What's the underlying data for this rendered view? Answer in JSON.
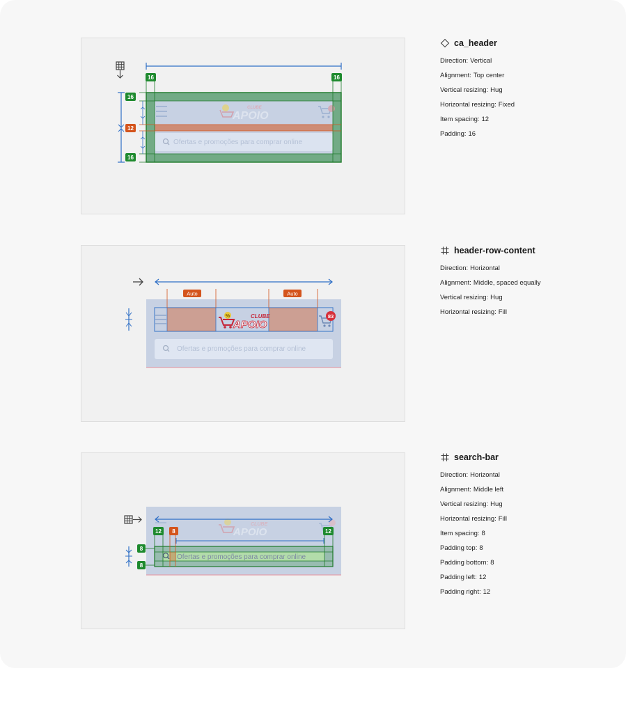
{
  "colors": {
    "sheet_bg": "#f7f7f7",
    "panel_bg": "#f1f1f1",
    "header_overlay": "#c7d1e3",
    "padding_green": "#1e8a2e",
    "spacing_orange": "#d4541c",
    "measure_blue": "#2f6fc6",
    "cart_badge_red": "#d62f3a"
  },
  "header_preview": {
    "brand_top": "CLUBE",
    "brand_main": "APOIO",
    "search_placeholder": "Ofertas e promoções para comprar online",
    "cart_count": "83"
  },
  "panel1": {
    "pad_left": "16",
    "pad_right": "16",
    "pad_top": "16",
    "pad_bottom": "16",
    "spacing": "12"
  },
  "panel2": {
    "gap_left": "Auto",
    "gap_right": "Auto"
  },
  "panel3": {
    "pad_left": "12",
    "pad_right": "12",
    "pad_top": "8",
    "pad_bottom": "8",
    "spacing": "8"
  },
  "specs": [
    {
      "title": "ca_header",
      "icon": "component-diamond-icon",
      "rows": [
        {
          "label": "Direction:",
          "value": "Vertical"
        },
        {
          "label": "Alignment:",
          "value": "Top center"
        },
        {
          "label": "Vertical resizing:",
          "value": "Hug"
        },
        {
          "label": "Horizontal resizing:",
          "value": "Fixed"
        },
        {
          "label": "Item spacing:",
          "value": "12"
        },
        {
          "label": "Padding:",
          "value": "16"
        }
      ]
    },
    {
      "title": "header-row-content",
      "icon": "frame-hash-icon",
      "rows": [
        {
          "label": "Direction:",
          "value": "Horizontal"
        },
        {
          "label": "Alignment:",
          "value": "Middle, spaced equally"
        },
        {
          "label": "Vertical resizing:",
          "value": "Hug"
        },
        {
          "label": "Horizontal resizing:",
          "value": "Fill"
        }
      ]
    },
    {
      "title": "search-bar",
      "icon": "frame-hash-icon",
      "rows": [
        {
          "label": "Direction:",
          "value": "Horizontal"
        },
        {
          "label": "Alignment:",
          "value": "Middle left"
        },
        {
          "label": "Vertical resizing:",
          "value": "Hug"
        },
        {
          "label": "Horizontal resizing:",
          "value": "Fill"
        },
        {
          "label": "Item spacing:",
          "value": "8"
        },
        {
          "label": "Padding top:",
          "value": "8"
        },
        {
          "label": "Padding bottom:",
          "value": "8"
        },
        {
          "label": "Padding left:",
          "value": "12"
        },
        {
          "label": "Padding right:",
          "value": "12"
        }
      ]
    }
  ]
}
